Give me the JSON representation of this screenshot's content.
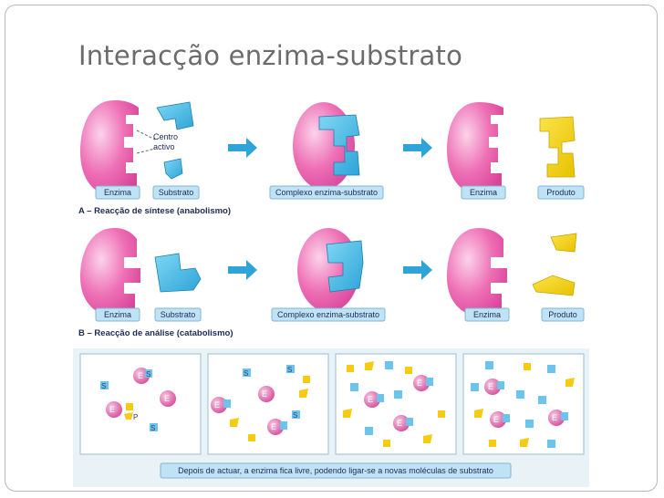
{
  "slide": {
    "title": "Interacção enzima-substrato"
  },
  "diagram": {
    "row_a": {
      "labels": [
        "Enzima",
        "Substrato",
        "Complexo enzima-substrato",
        "Enzima",
        "Produto"
      ],
      "site_label_1": "Centro",
      "site_label_2": "activo",
      "caption": "A – Reacção de síntese (anabolismo)"
    },
    "row_b": {
      "labels": [
        "Enzima",
        "Substrato",
        "Complexo enzima-substrato",
        "Enzima",
        "Produto"
      ],
      "caption": "B – Reacção de análise (catabolismo)"
    },
    "molecules": {
      "enzyme": "E",
      "substrate": "S",
      "phosphate": "P"
    },
    "footer": "Depois de actuar, a enzima fica livre, podendo ligar-se a novas moléculas de substrato"
  }
}
